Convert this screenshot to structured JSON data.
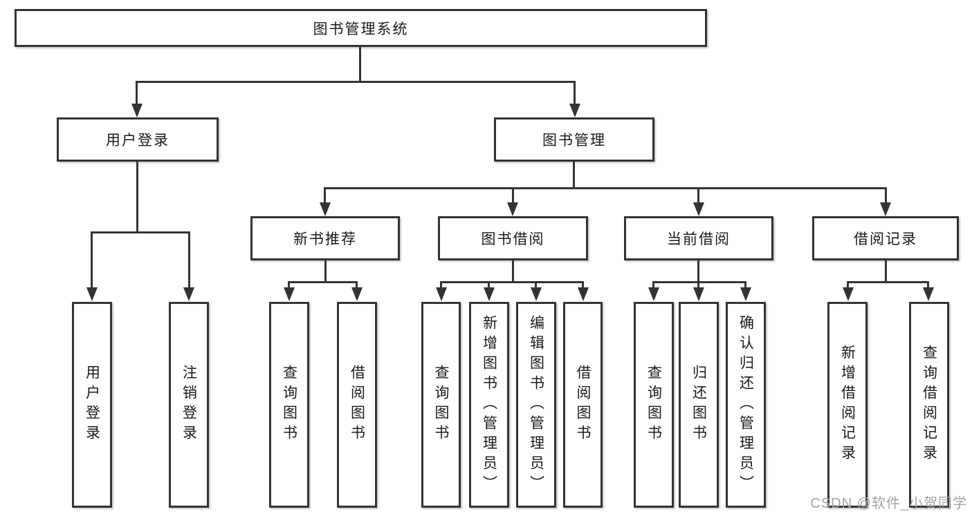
{
  "diagram_title": "图书管理系统",
  "tree": {
    "label": "图书管理系统",
    "children": [
      {
        "label": "用户登录",
        "children": [
          {
            "label": "用户登录"
          },
          {
            "label": "注销登录"
          }
        ]
      },
      {
        "label": "图书管理",
        "children": [
          {
            "label": "新书推荐",
            "children": [
              {
                "label": "查询图书"
              },
              {
                "label": "借阅图书"
              }
            ]
          },
          {
            "label": "图书借阅",
            "children": [
              {
                "label": "查询图书"
              },
              {
                "label": "新增图书（管理员）"
              },
              {
                "label": "编辑图书（管理员）"
              },
              {
                "label": "借阅图书"
              }
            ]
          },
          {
            "label": "当前借阅",
            "children": [
              {
                "label": "查询图书"
              },
              {
                "label": "归还图书"
              },
              {
                "label": "确认归还（管理员）"
              }
            ]
          },
          {
            "label": "借阅记录",
            "children": [
              {
                "label": "新增借阅记录"
              },
              {
                "label": "查询借阅记录"
              }
            ]
          }
        ]
      }
    ]
  },
  "watermark": {
    "text": "CSDN @软件_小贺同学"
  },
  "colors": {
    "line": "#333333",
    "box_border": "#333333",
    "box_background": "#ffffff",
    "text": "#1a1a1a",
    "watermark_text": "#a3a3a3",
    "canvas_background": "#ffffff"
  }
}
